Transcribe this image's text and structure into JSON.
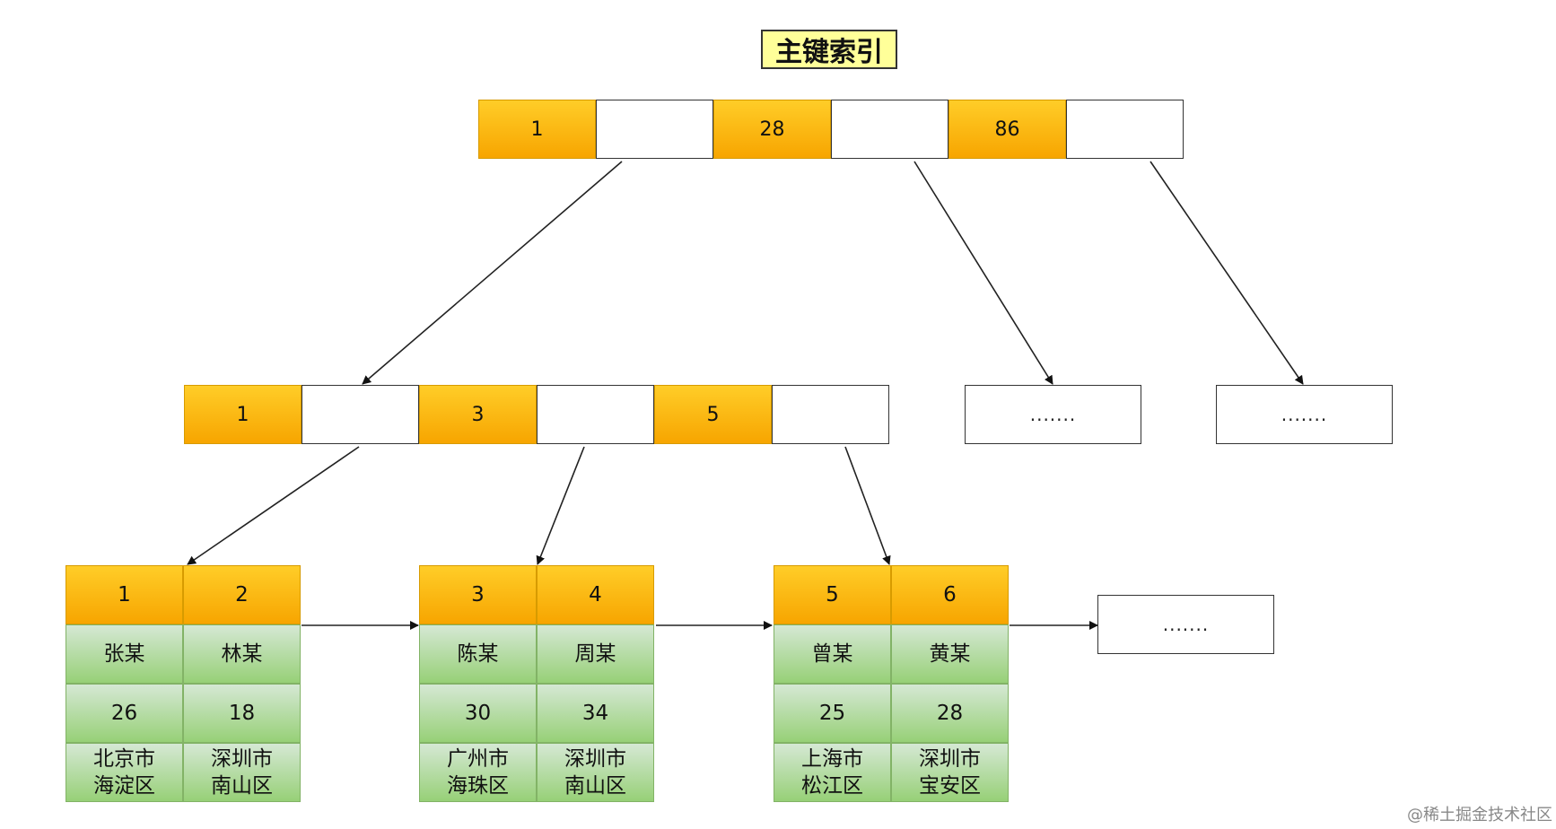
{
  "title": "主键索引",
  "root": {
    "keys": [
      "1",
      "28",
      "86"
    ]
  },
  "internal": {
    "keys": [
      "1",
      "3",
      "5"
    ]
  },
  "stubs": {
    "internal_right_1": ".......",
    "internal_right_2": ".......",
    "leaf_next": "......."
  },
  "leaves": [
    {
      "keys": [
        "1",
        "2"
      ],
      "names": [
        "张某",
        "林某"
      ],
      "ages": [
        "26",
        "18"
      ],
      "addresses": [
        [
          "北京市",
          "海淀区"
        ],
        [
          "深圳市",
          "南山区"
        ]
      ]
    },
    {
      "keys": [
        "3",
        "4"
      ],
      "names": [
        "陈某",
        "周某"
      ],
      "ages": [
        "30",
        "34"
      ],
      "addresses": [
        [
          "广州市",
          "海珠区"
        ],
        [
          "深圳市",
          "南山区"
        ]
      ]
    },
    {
      "keys": [
        "5",
        "6"
      ],
      "names": [
        "曾某",
        "黄某"
      ],
      "ages": [
        "25",
        "28"
      ],
      "addresses": [
        [
          "上海市",
          "松江区"
        ],
        [
          "深圳市",
          "宝安区"
        ]
      ]
    }
  ],
  "watermark": "@稀土掘金技术社区",
  "colors": {
    "key_fill": "#f7a500",
    "value_fill": "#97d077",
    "title_fill": "#ffff99"
  }
}
